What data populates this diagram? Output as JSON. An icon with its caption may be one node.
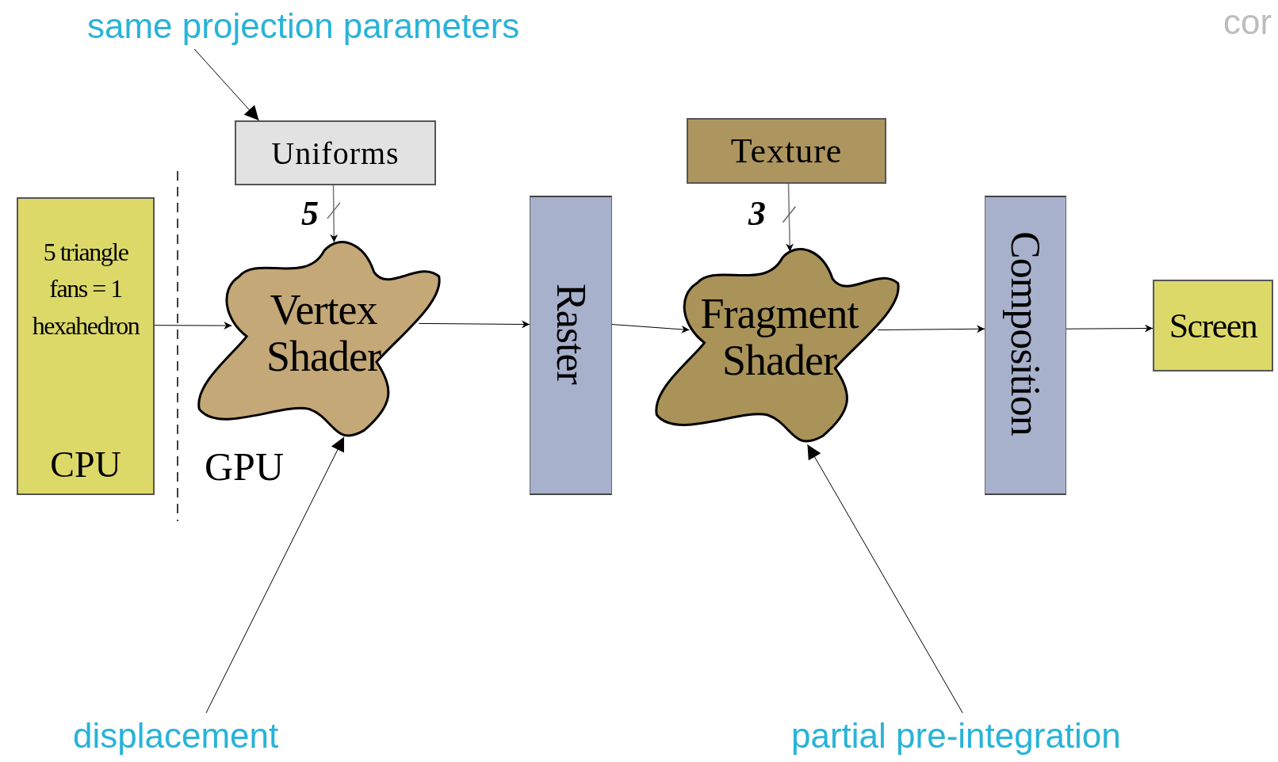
{
  "diagram": {
    "nodes": [
      {
        "text": [
          "5 triangle fans = 1 hexahedron",
          "CPU"
        ]
      },
      {
        "text": [
          "Uniforms"
        ]
      },
      {
        "text": [
          "Vertex Shader"
        ]
      },
      {
        "text": [
          "Raster"
        ]
      },
      {
        "text": [
          "Texture"
        ]
      },
      {
        "text": [
          "Fragment Shader"
        ]
      },
      {
        "text": [
          "Composition"
        ]
      },
      {
        "text": [
          "Screen"
        ]
      },
      {
        "text": [
          "same projection parameters"
        ]
      },
      {
        "text": [
          "displacement"
        ]
      },
      {
        "text": [
          "partial pre-integration"
        ]
      }
    ],
    "edges": [
      {
        "from": 0,
        "to": 2,
        "arrow": "to"
      },
      {
        "from": 1,
        "to": 2,
        "arrow": "to",
        "label": "5",
        "color": "#777777"
      },
      {
        "from": 2,
        "to": 3,
        "arrow": "to"
      },
      {
        "from": 3,
        "to": 5,
        "arrow": "to"
      },
      {
        "from": 4,
        "to": 5,
        "arrow": "to",
        "label": "3",
        "color": "#777777"
      },
      {
        "from": 5,
        "to": 6,
        "arrow": "to"
      },
      {
        "from": 6,
        "to": 7,
        "arrow": "to"
      },
      {
        "from": 8,
        "to": 1,
        "arrow": "to"
      },
      {
        "from": 9,
        "to": 2,
        "arrow": "to"
      },
      {
        "from": 10,
        "to": 5,
        "arrow": "to"
      }
    ],
    "labels": [
      "GPU",
      "cor"
    ]
  }
}
